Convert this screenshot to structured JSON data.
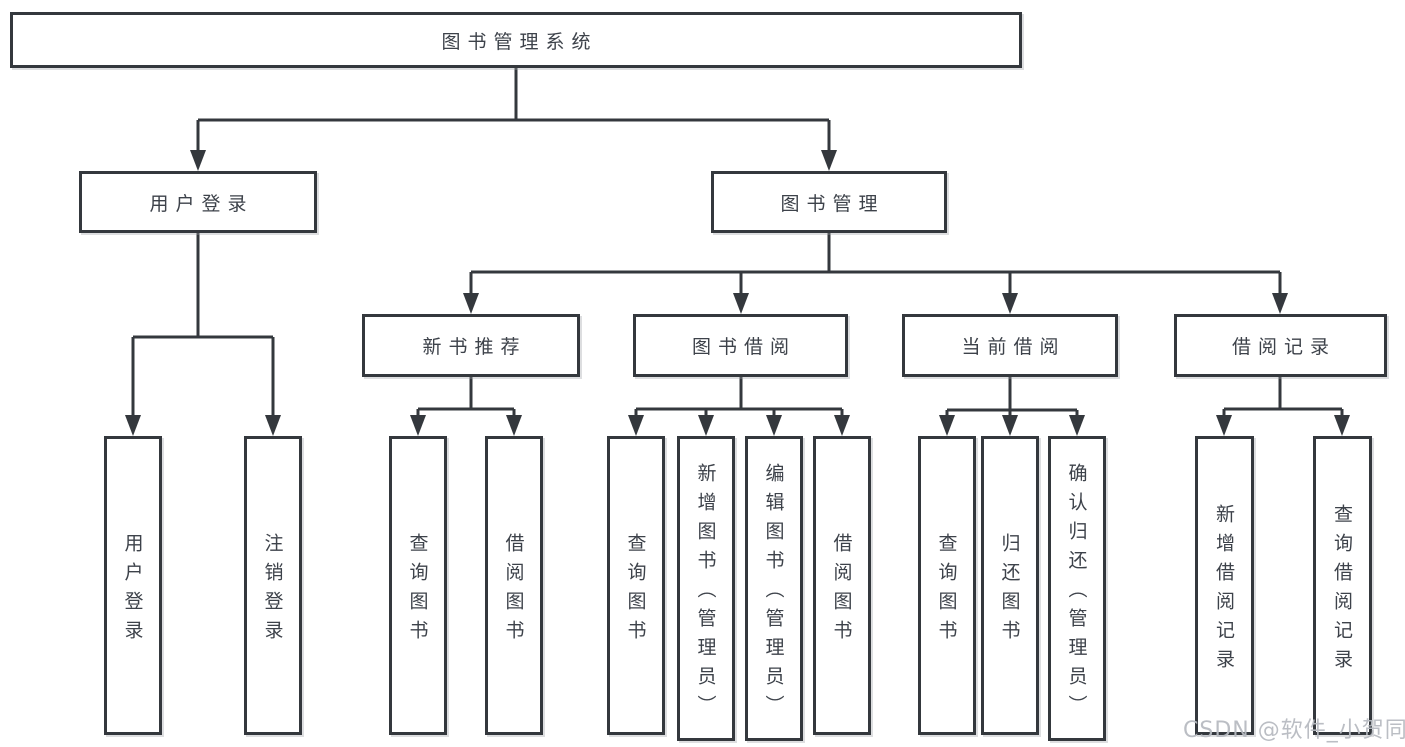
{
  "diagram": {
    "type": "hierarchy-tree",
    "root": {
      "label": "图书管理系统",
      "children": [
        {
          "label": "用户登录",
          "children": [
            {
              "label": "用户登录"
            },
            {
              "label": "注销登录"
            }
          ]
        },
        {
          "label": "图书管理",
          "children": [
            {
              "label": "新书推荐",
              "children": [
                {
                  "label": "查询图书"
                },
                {
                  "label": "借阅图书"
                }
              ]
            },
            {
              "label": "图书借阅",
              "children": [
                {
                  "label": "查询图书"
                },
                {
                  "label": "新增图书（管理员）"
                },
                {
                  "label": "编辑图书（管理员）"
                },
                {
                  "label": "借阅图书"
                }
              ]
            },
            {
              "label": "当前借阅",
              "children": [
                {
                  "label": "查询图书"
                },
                {
                  "label": "归还图书"
                },
                {
                  "label": "确认归还（管理员）"
                }
              ]
            },
            {
              "label": "借阅记录",
              "children": [
                {
                  "label": "新增借阅记录"
                },
                {
                  "label": "查询借阅记录"
                }
              ]
            }
          ]
        }
      ]
    }
  },
  "watermark": {
    "text": "CSDN @软件_小贺同学"
  },
  "colors": {
    "line": "#34383d",
    "border": "#34383d",
    "text": "#3d424a",
    "watermark": "#b6bac0",
    "background": "#ffffff"
  }
}
